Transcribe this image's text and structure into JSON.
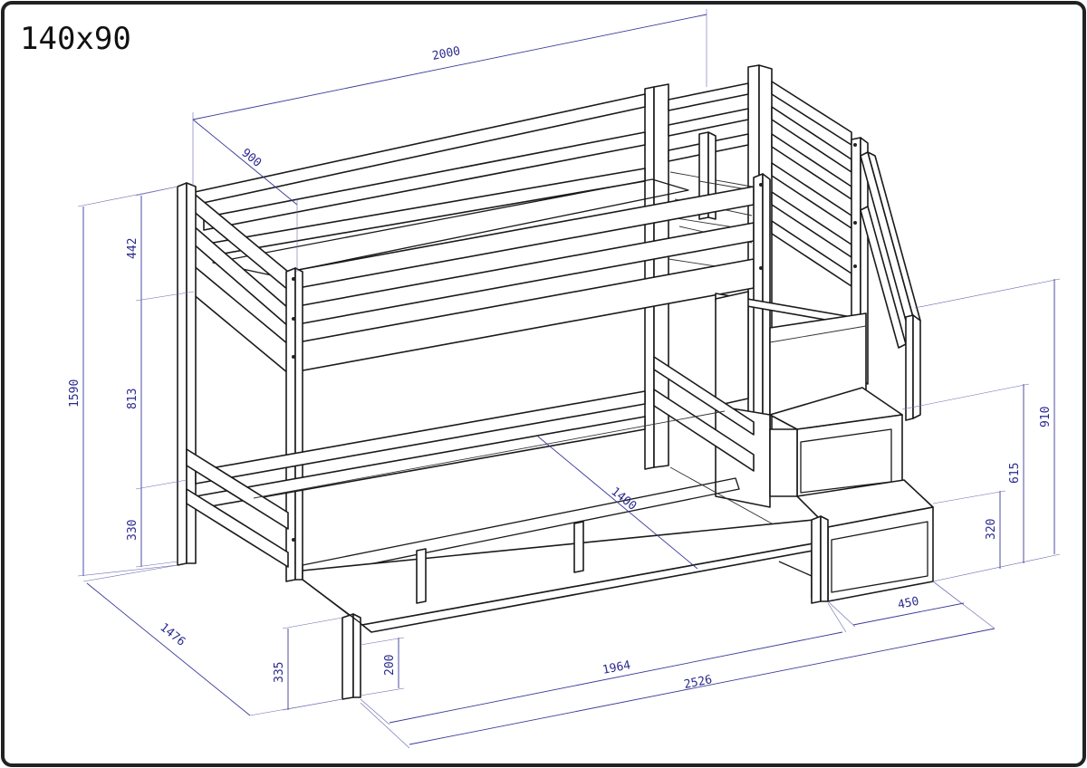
{
  "title": "140x90",
  "dimensions": {
    "length_top": "2000",
    "width_top": "900",
    "height_total": "1590",
    "upper_rail": "442",
    "mid_height": "813",
    "lower_height": "330",
    "depth_bottom": "1476",
    "leg_height": "335",
    "rail_height": "200",
    "inner_length": "1964",
    "total_length": "2526",
    "inner_width": "1400",
    "stairs_height": "910",
    "step_2": "615",
    "step_1": "320",
    "step_depth": "450"
  },
  "colors": {
    "line": "#1a1a1a",
    "dimension": "#3a3a9a",
    "frame": "#222222"
  }
}
